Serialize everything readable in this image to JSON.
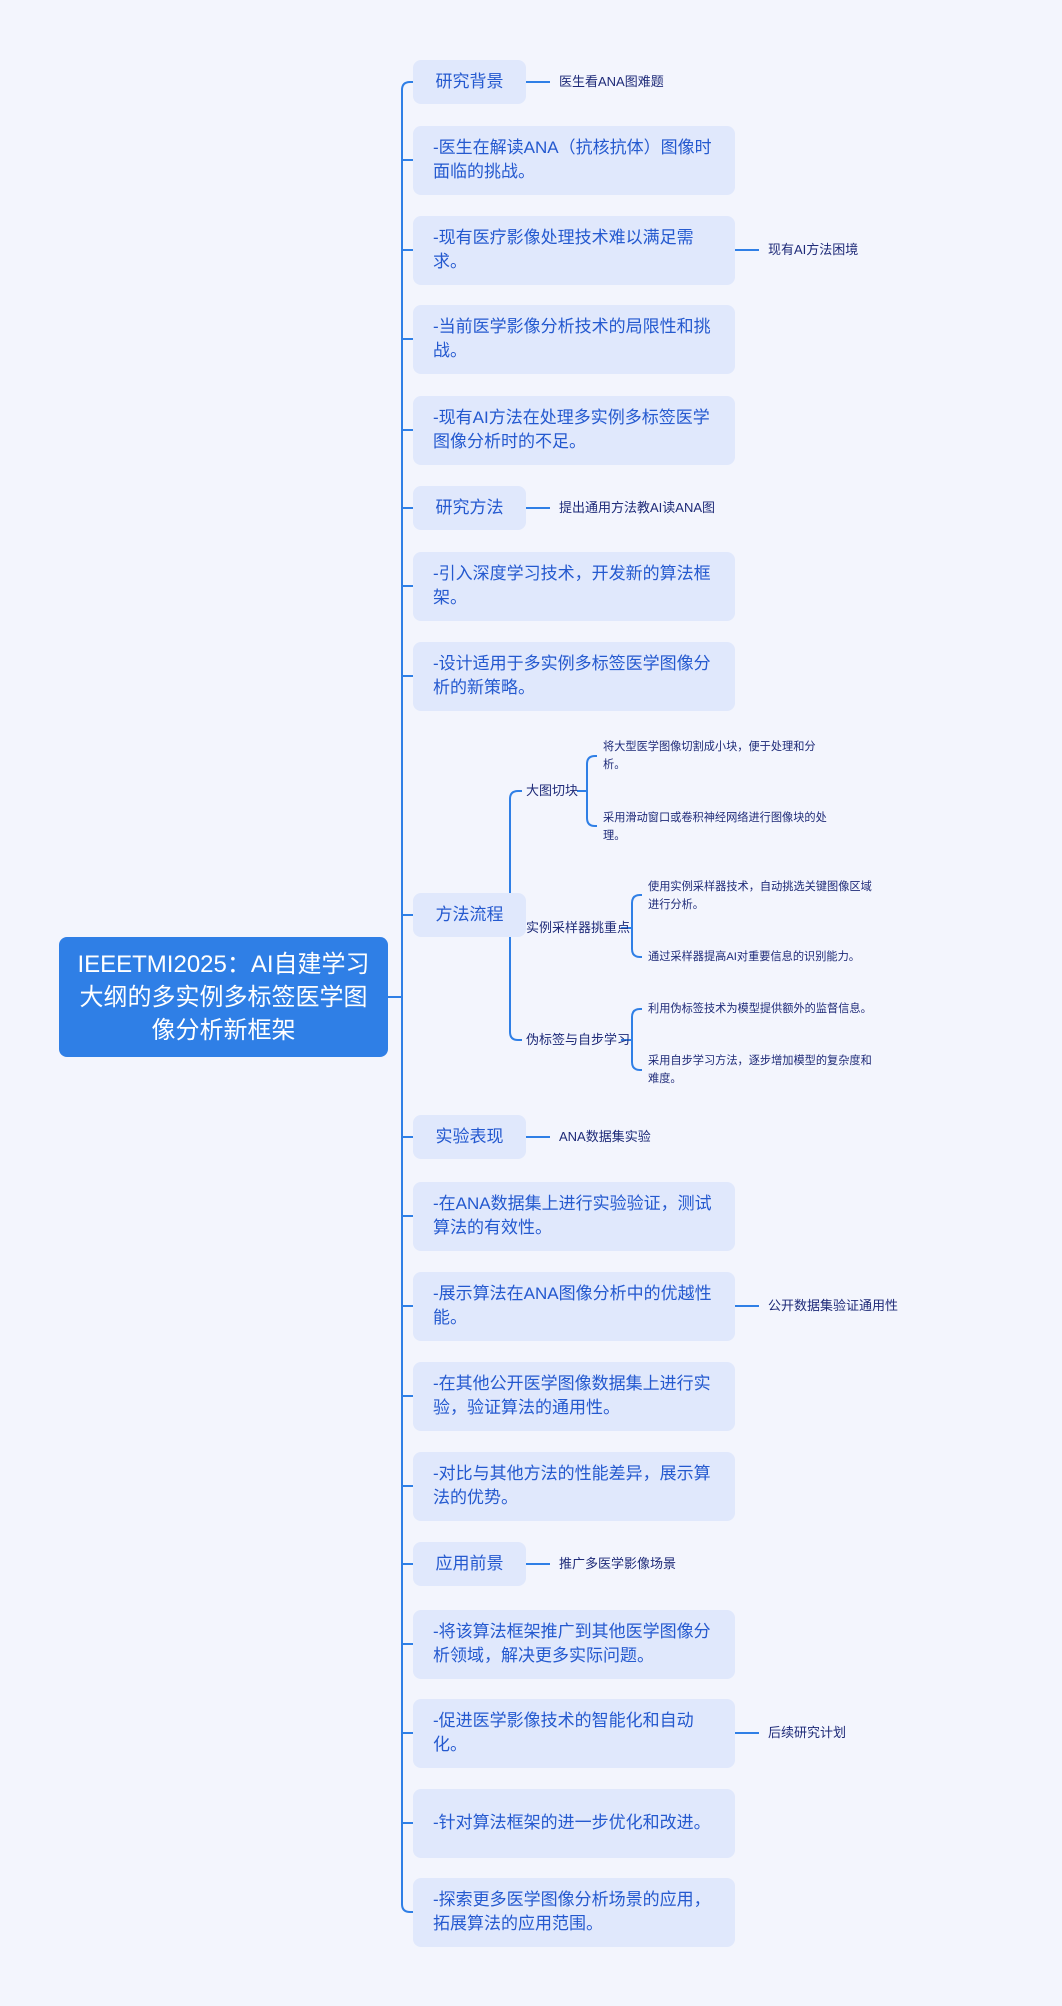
{
  "root": {
    "title": "IEEETMI2025：AI自建学习大纲的多实例多标签医学图像分析新框架"
  },
  "nodes": [
    {
      "text": "研究背景",
      "label": "医生看ANA图难题"
    },
    {
      "text": "-医生在解读ANA（抗核抗体）图像时面临的挑战。"
    },
    {
      "text": "-现有医疗影像处理技术难以满足需求。",
      "label": "现有AI方法困境"
    },
    {
      "text": "-当前医学影像分析技术的局限性和挑战。"
    },
    {
      "text": "-现有AI方法在处理多实例多标签医学图像分析时的不足。"
    },
    {
      "text": "研究方法",
      "label": "提出通用方法教AI读ANA图"
    },
    {
      "text": "-引入深度学习技术，开发新的算法框架。"
    },
    {
      "text": "-设计适用于多实例多标签医学图像分析的新策略。"
    },
    {
      "text": "方法流程"
    },
    {
      "text": "实验表现",
      "label": "ANA数据集实验"
    },
    {
      "text": "-在ANA数据集上进行实验验证，测试算法的有效性。"
    },
    {
      "text": "-展示算法在ANA图像分析中的优越性能。",
      "label": "公开数据集验证通用性"
    },
    {
      "text": "-在其他公开医学图像数据集上进行实验，验证算法的通用性。"
    },
    {
      "text": "-对比与其他方法的性能差异，展示算法的优势。"
    },
    {
      "text": "应用前景",
      "label": "推广多医学影像场景"
    },
    {
      "text": "-将该算法框架推广到其他医学图像分析领域，解决更多实际问题。"
    },
    {
      "text": "-促进医学影像技术的智能化和自动化。",
      "label": "后续研究计划"
    },
    {
      "text": "-针对算法框架的进一步优化和改进。"
    },
    {
      "text": "-探索更多医学图像分析场景的应用，拓展算法的应用范围。"
    }
  ],
  "method_flow": [
    {
      "text": "大图切块",
      "leaves": [
        "将大型医学图像切割成小块，便于处理和分析。",
        "采用滑动窗口或卷积神经网络进行图像块的处理。"
      ]
    },
    {
      "text": "实例采样器挑重点",
      "leaves": [
        "使用实例采样器技术，自动挑选关键图像区域进行分析。",
        "通过采样器提高AI对重要信息的识别能力。"
      ]
    },
    {
      "text": "伪标签与自步学习",
      "leaves": [
        "利用伪标签技术为模型提供额外的监督信息。",
        "采用自步学习方法，逐步增加模型的复杂度和难度。"
      ]
    }
  ],
  "colors": {
    "accent": "#2f7fe6",
    "node_bg": "#e0e8fc",
    "node_text": "#2459cf",
    "background": "#f3f5fd"
  }
}
